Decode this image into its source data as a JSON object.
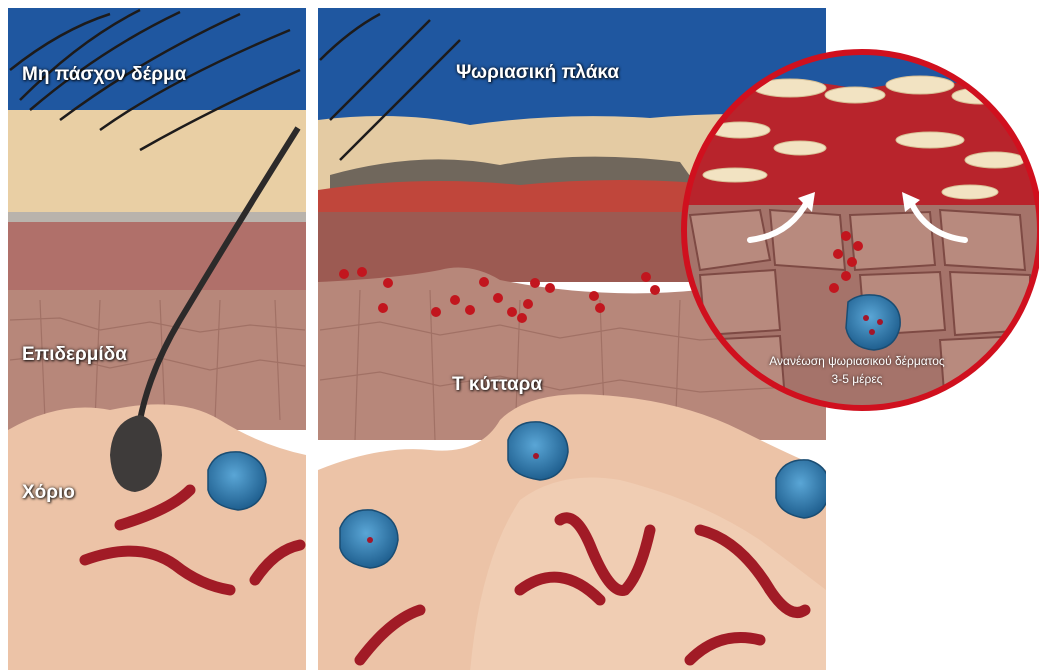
{
  "labels": {
    "left_panel_title": "Μη πάσχον δέρμα",
    "right_panel_title": "Ψωριασική πλάκα",
    "epidermis": "Επιδερμίδα",
    "dermis": "Χόριο",
    "t_cells": "Τ κύτταρα",
    "inset_line1": "Ανανέωση ψωριασικού δέρματος",
    "inset_line2": "3-5 μέρες"
  },
  "colors": {
    "sky": "#1f57a0",
    "stratum_corneum": "#e9cfa4",
    "epidermis": "#b7877a",
    "dermis": "#ecc3a7",
    "plaque_red": "#b8242c",
    "inset_border": "#d0101e",
    "t_cell": "#2d7fb3",
    "blood_vessel": "#a11b26",
    "immune_dot": "#c2161e"
  }
}
